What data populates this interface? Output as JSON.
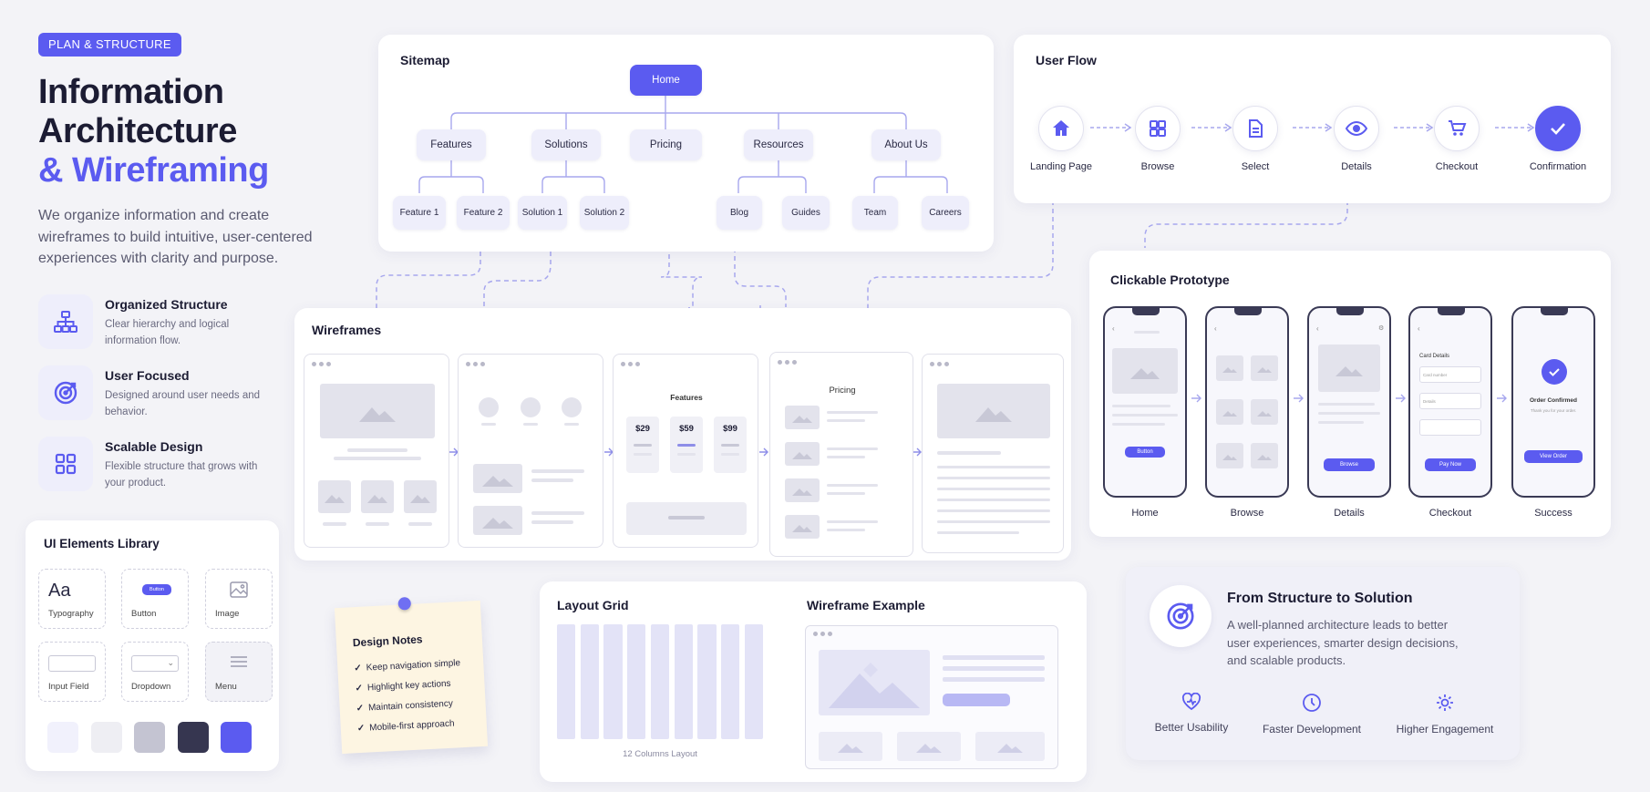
{
  "hero": {
    "badge": "PLAN & STRUCTURE",
    "title_line1": "Information",
    "title_line2": "Architecture",
    "title_line3": "& Wireframing",
    "description": "We organize information and create wireframes to build intuitive, user-centered experiences with clarity and purpose."
  },
  "features": [
    {
      "title": "Organized Structure",
      "desc": "Clear hierarchy and logical information flow.",
      "icon": "sitemap-icon"
    },
    {
      "title": "User Focused",
      "desc": "Designed around user needs and behavior.",
      "icon": "target-icon"
    },
    {
      "title": "Scalable Design",
      "desc": "Flexible structure that grows with your product.",
      "icon": "grid-icon"
    }
  ],
  "sitemap": {
    "title": "Sitemap",
    "root": "Home",
    "sections": [
      "Features",
      "Solutions",
      "Pricing",
      "Resources",
      "About Us"
    ],
    "children": [
      "Feature 1",
      "Feature 2",
      "Solution 1",
      "Solution 2",
      "Blog",
      "Guides",
      "Team",
      "Careers"
    ]
  },
  "user_flow": {
    "title": "User Flow",
    "steps": [
      {
        "label": "Landing Page",
        "icon": "home-icon"
      },
      {
        "label": "Browse",
        "icon": "grid-icon"
      },
      {
        "label": "Select",
        "icon": "document-icon"
      },
      {
        "label": "Details",
        "icon": "eye-icon"
      },
      {
        "label": "Checkout",
        "icon": "cart-icon"
      },
      {
        "label": "Confirmation",
        "icon": "check-icon"
      }
    ]
  },
  "wireframes": {
    "title": "Wireframes",
    "features_heading": "Features",
    "prices": [
      "$29",
      "$59",
      "$99"
    ],
    "pricing_heading": "Pricing"
  },
  "prototype": {
    "title": "Clickable Prototype",
    "screens": [
      {
        "label": "Home",
        "button": "Button"
      },
      {
        "label": "Browse"
      },
      {
        "label": "Details",
        "button": "Browse"
      },
      {
        "label": "Checkout",
        "heading": "Card Details",
        "field1": "Card number",
        "field2": "Details",
        "button": "Pay Now"
      },
      {
        "label": "Success",
        "heading": "Order Confirmed",
        "sub": "Thank you for your order.",
        "button": "View Order"
      }
    ]
  },
  "ui_library": {
    "title": "UI Elements Library",
    "items": [
      {
        "label": "Typography",
        "sample": "Aa"
      },
      {
        "label": "Button",
        "sample": "Button"
      },
      {
        "label": "Image"
      },
      {
        "label": "Input Field"
      },
      {
        "label": "Dropdown"
      },
      {
        "label": "Menu"
      }
    ],
    "swatches": [
      "#f1f1fc",
      "#eeeef3",
      "#c4c4d2",
      "#363650",
      "#5b5bf0"
    ]
  },
  "design_notes": {
    "title": "Design Notes",
    "items": [
      "Keep navigation simple",
      "Highlight key actions",
      "Maintain consistency",
      "Mobile-first approach"
    ]
  },
  "layout_grid": {
    "title": "Layout Grid",
    "caption": "12 Columns Layout"
  },
  "wireframe_example": {
    "title": "Wireframe Example"
  },
  "structure": {
    "title": "From Structure to Solution",
    "desc": "A well-planned architecture leads to better user experiences, smarter design decisions, and scalable products.",
    "outcomes": [
      {
        "label": "Better Usability",
        "icon": "heart-icon"
      },
      {
        "label": "Faster Development",
        "icon": "clock-icon"
      },
      {
        "label": "Higher Engagement",
        "icon": "gear-icon"
      }
    ]
  },
  "colors": {
    "accent": "#5b5bf0",
    "text": "#1c1c33",
    "muted": "#6a6a80",
    "panel": "#eeeefb"
  }
}
